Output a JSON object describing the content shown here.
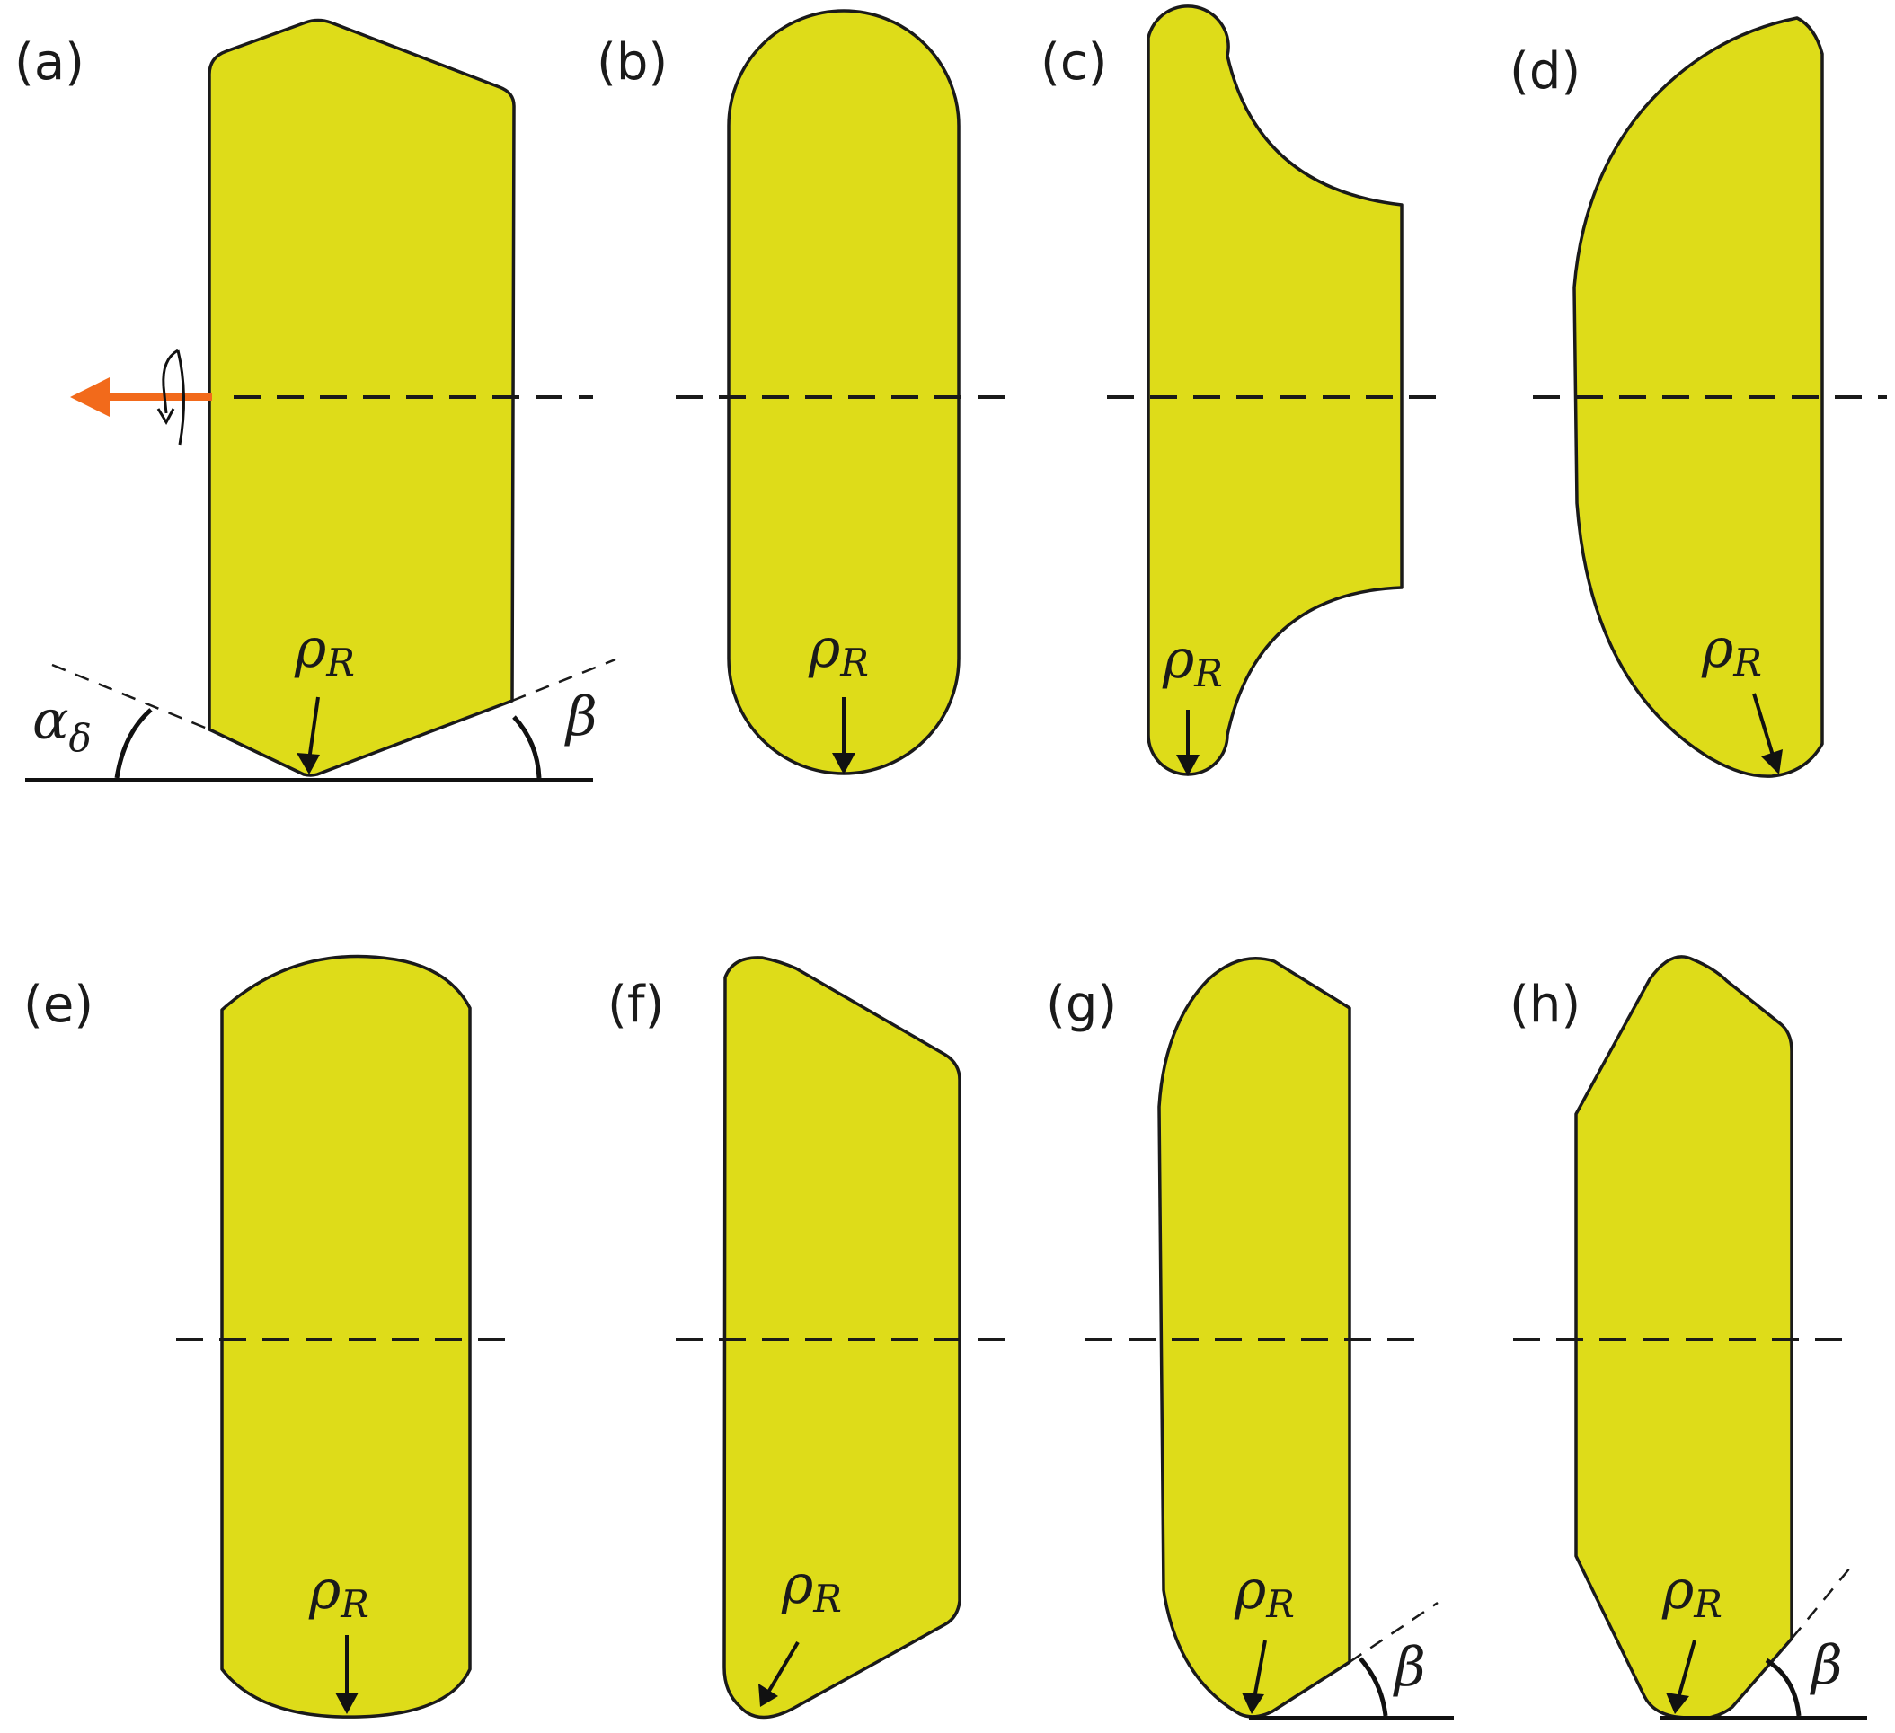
{
  "panels": [
    {
      "label": "(a)",
      "rho": "ρ",
      "sub": "R",
      "alpha": "α",
      "alpha_sub": "δ",
      "beta": "β"
    },
    {
      "label": "(b)",
      "rho": "ρ",
      "sub": "R"
    },
    {
      "label": "(c)",
      "rho": "ρ",
      "sub": "R"
    },
    {
      "label": "(d)",
      "rho": "ρ",
      "sub": "R"
    },
    {
      "label": "(e)",
      "rho": "ρ",
      "sub": "R"
    },
    {
      "label": "(f)",
      "rho": "ρ",
      "sub": "R"
    },
    {
      "label": "(g)",
      "rho": "ρ",
      "sub": "R",
      "beta": "β"
    },
    {
      "label": "(h)",
      "rho": "ρ",
      "sub": "R",
      "beta": "β"
    }
  ],
  "colors": {
    "shape_fill": "#dedc19",
    "outline": "#1a1a1a",
    "rotation_arrow": "#f26a1b"
  }
}
